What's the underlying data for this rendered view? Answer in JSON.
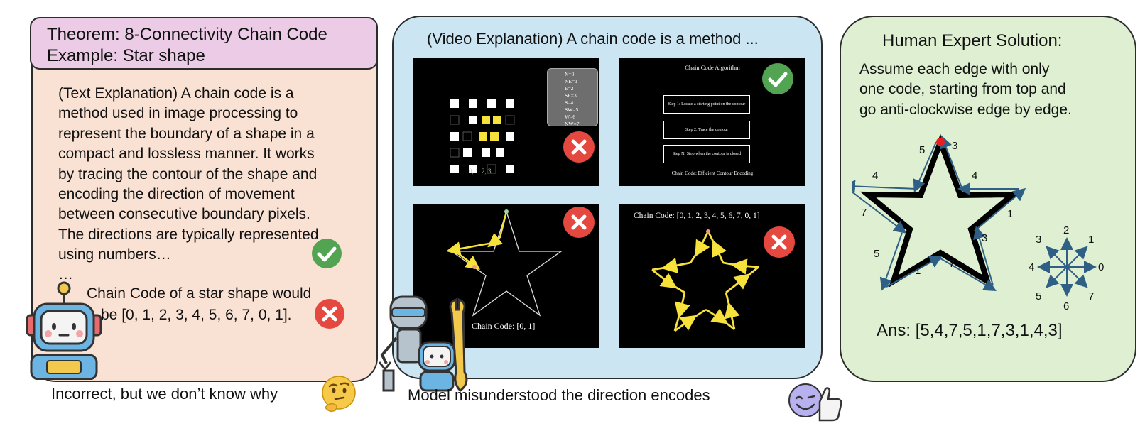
{
  "left": {
    "theorem_line1": "Theorem: 8-Connectivity Chain Code",
    "theorem_line2": "Example: Star shape",
    "text_lines": [
      "(Text Explanation) A chain code is a",
      "method used in image processing to",
      "represent the boundary of a  shape in a",
      "compact and lossless manner. It works",
      "by tracing the contour of the shape and",
      "encoding the direction of movement",
      "between consecutive boundary pixels.",
      "The directions are typically represented",
      "using numbers…"
    ],
    "ellipsis": "…",
    "chain_line1": "Chain Code of a star shape would",
    "chain_line2": "be [0, 1, 2, 3, 4, 5, 6, 7, 0, 1].",
    "caption": "Incorrect, but we don’t know why"
  },
  "middle": {
    "title": "(Video Explanation) A chain code is a method ...",
    "frame1": {
      "legend": [
        "N=0",
        "NE=1",
        "E=2",
        "SE=3",
        "S=4",
        "SW=5",
        "W=6",
        "NW=7"
      ],
      "sequence": "0, 1, 2, 3"
    },
    "frame2": {
      "title": "Chain Code Algorithm",
      "steps": [
        "Step 1: Locate a starting point on the contour",
        "Step 2: Trace the contour",
        "Step N: Stop when the contour is closed"
      ],
      "footer": "Chain Code: Efficient Contour Encoding"
    },
    "frame3": {
      "label": "Chain Code: [0, 1]"
    },
    "frame4": {
      "label": "Chain Code: [0, 1, 2, 3, 4, 5, 6, 7, 0, 1]"
    },
    "caption": "Model misunderstood the direction encodes"
  },
  "right": {
    "title": "Human Expert Solution:",
    "desc_lines": [
      "Assume each edge with only",
      "one code, starting from top and",
      "go anti-clockwise edge by edge."
    ],
    "edge_labels": [
      "5",
      "3",
      "4",
      "4",
      "7",
      "1",
      "5",
      "3",
      "1",
      "7"
    ],
    "compass": [
      "0",
      "1",
      "2",
      "3",
      "4",
      "5",
      "6",
      "7"
    ],
    "answer": "Ans: [5,4,7,5,1,7,3,1,4,3]"
  },
  "colors": {
    "left_bg": "#f9e2d4",
    "theorem_bg": "#ebcbe6",
    "middle_bg": "#cbe5f3",
    "right_bg": "#def0d1",
    "check_green": "#52a453",
    "cross_red": "#e5483f",
    "arrow_blue": "#2f5f84",
    "video_yellow": "#f7e13b"
  }
}
